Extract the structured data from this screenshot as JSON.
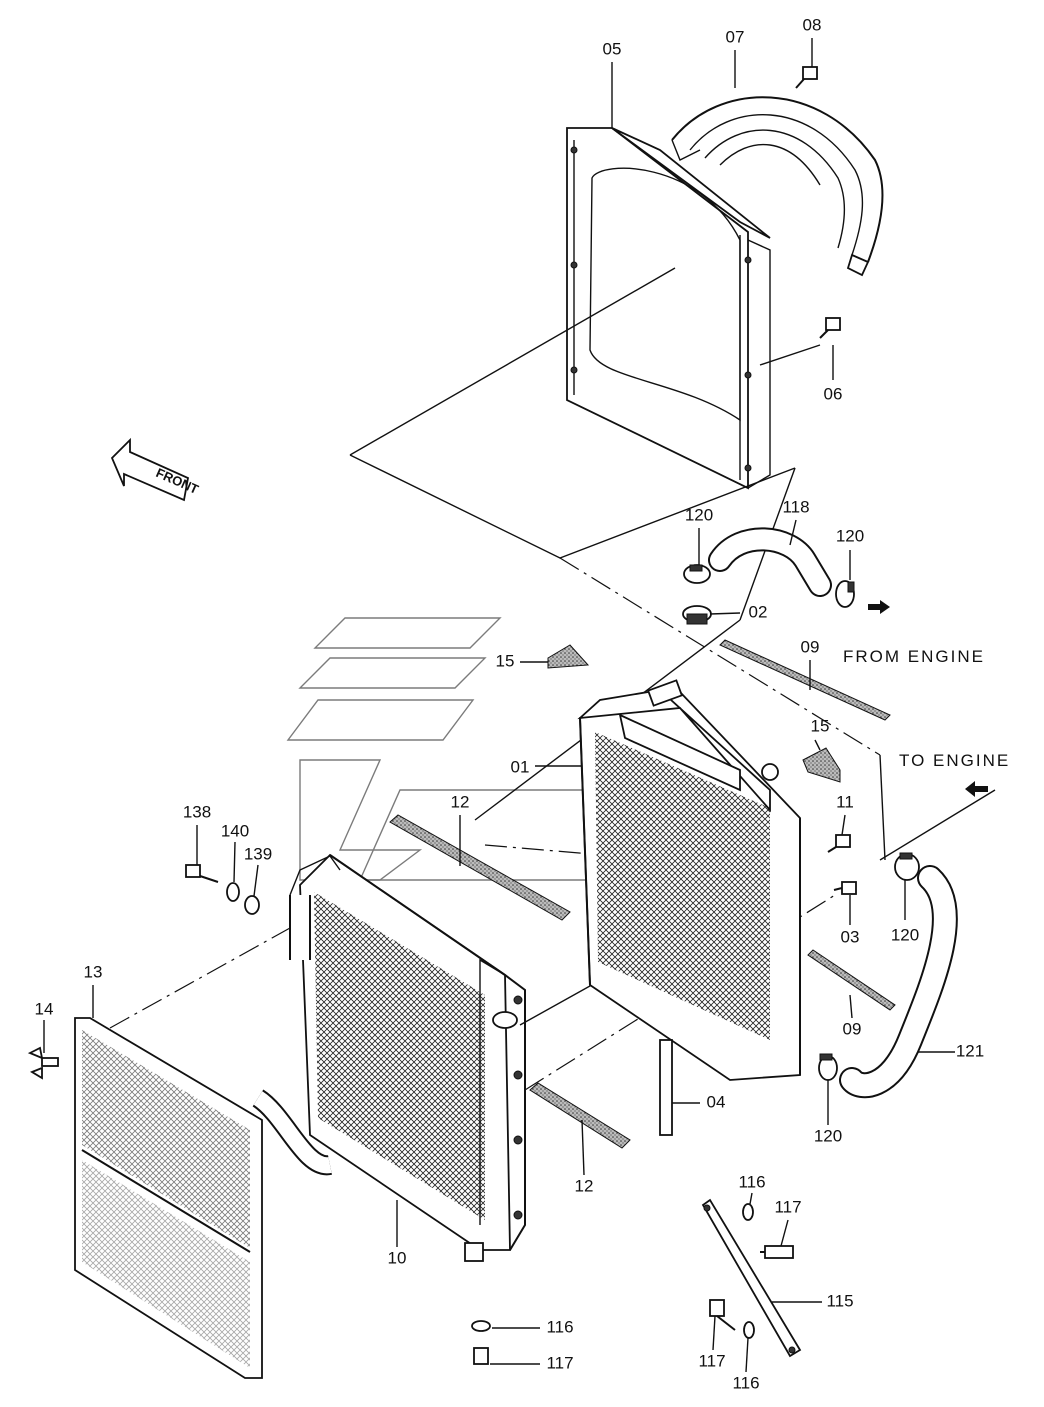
{
  "callouts": {
    "c05": "05",
    "c07": "07",
    "c08": "08",
    "c06": "06",
    "c120a": "120",
    "c118": "118",
    "c120b": "120",
    "c02": "02",
    "c15a": "15",
    "c09a": "09",
    "c15b": "15",
    "c01": "01",
    "c11": "11",
    "c03": "03",
    "c120c": "120",
    "c12a": "12",
    "c138": "138",
    "c140": "140",
    "c139": "139",
    "c13": "13",
    "c14": "14",
    "c09b": "09",
    "c121": "121",
    "c04": "04",
    "c120d": "120",
    "c12b": "12",
    "c10": "10",
    "c116a": "116",
    "c117a": "117",
    "c115": "115",
    "c116b": "116",
    "c117b": "117",
    "c116c": "116",
    "c117c": "117"
  },
  "notes": {
    "front": "FRONT",
    "from_engine": "FROM ENGINE",
    "to_engine": "TO ENGINE"
  },
  "colors": {
    "line": "#111111",
    "background": "#ffffff",
    "foam": "#555555"
  }
}
